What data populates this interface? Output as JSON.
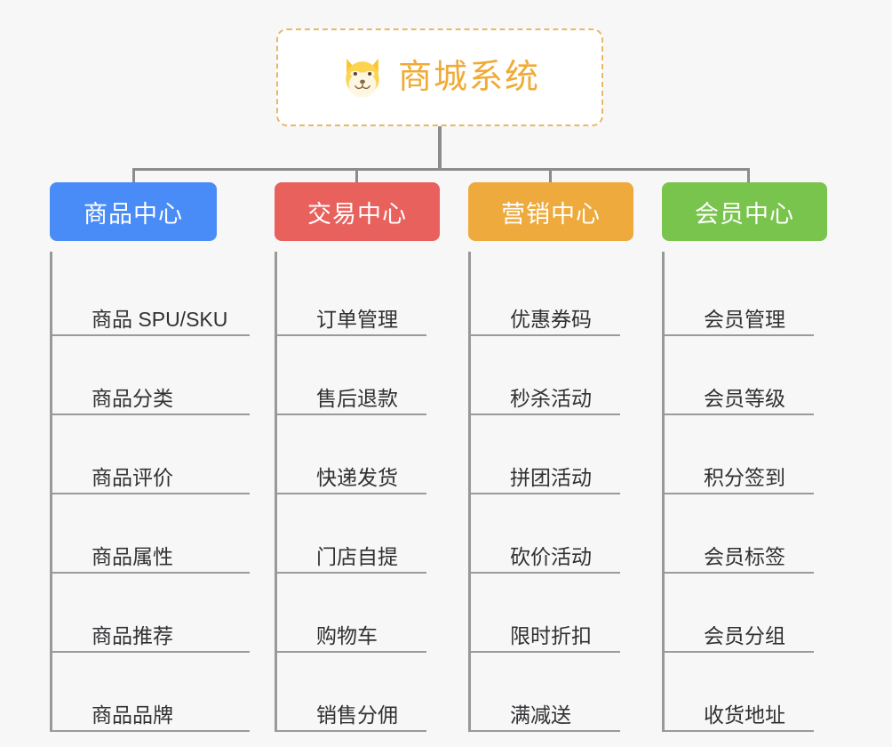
{
  "root": {
    "title": "商城系统",
    "icon": "dog-face-icon",
    "title_color": "#efab35",
    "border_color": "#eab764",
    "background": "#ffffff"
  },
  "canvas": {
    "background": "#f7f7f7",
    "connector_color": "#8c8c8c"
  },
  "branches": [
    {
      "id": "product-center",
      "label": "商品中心",
      "color": "#4a8cf7",
      "items": [
        "商品 SPU/SKU",
        "商品分类",
        "商品评价",
        "商品属性",
        "商品推荐",
        "商品品牌"
      ]
    },
    {
      "id": "trade-center",
      "label": "交易中心",
      "color": "#e8615c",
      "items": [
        "订单管理",
        "售后退款",
        "快递发货",
        "门店自提",
        "购物车",
        "销售分佣"
      ]
    },
    {
      "id": "marketing-center",
      "label": "营销中心",
      "color": "#eeaa3c",
      "items": [
        "优惠券码",
        "秒杀活动",
        "拼团活动",
        "砍价活动",
        "限时折扣",
        "满减送"
      ]
    },
    {
      "id": "member-center",
      "label": "会员中心",
      "color": "#79c44d",
      "items": [
        "会员管理",
        "会员等级",
        "积分签到",
        "会员标签",
        "会员分组",
        "收货地址"
      ]
    }
  ]
}
